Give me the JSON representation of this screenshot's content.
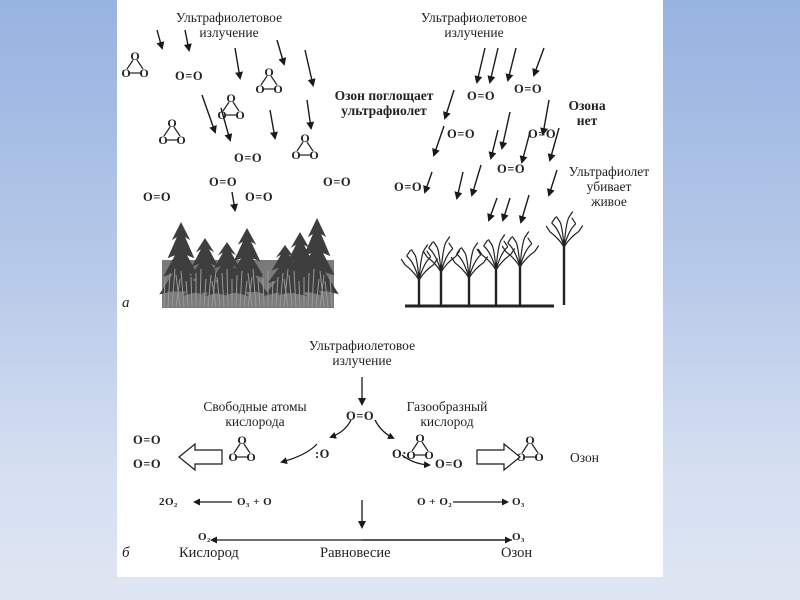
{
  "background": {
    "gradient_top": "#97b3e0",
    "gradient_bottom": "#dfe6f3",
    "panel": "#ffffff"
  },
  "panel_a": {
    "label": "а",
    "left": {
      "uv_label_line1": "Ультрафиолетовое",
      "uv_label_line2": "излучение",
      "annotation_line1": "Озон поглощает",
      "annotation_line2": "ультрафиолет",
      "molecule_o2": "O=O",
      "molecule_o3_atom": "O",
      "scene": "forest"
    },
    "right": {
      "uv_label_line1": "Ультрафиолетовое",
      "uv_label_line2": "излучение",
      "no_ozone_line1": "Озона",
      "no_ozone_line2": "нет",
      "kills_line1": "Ультрафиолет",
      "kills_line2": "убивает",
      "kills_line3": "живое",
      "molecule_o2": "O=O",
      "scene": "dead-trees"
    }
  },
  "panel_b": {
    "label": "б",
    "uv_label_line1": "Ультрафиолетовое",
    "uv_label_line2": "излучение",
    "center_molecule": "O=O",
    "free_atoms_line1": "Свободные атомы",
    "free_atoms_line2": "кислорода",
    "gas_oxygen_line1": "Газообразный",
    "gas_oxygen_line2": "кислород",
    "atom_left": ":O",
    "atom_right": "O:",
    "o2_a": "O=O",
    "o2_b": "O=O",
    "o2_c": "O=O",
    "ozone_label": "Озон",
    "reaction_left_product": "2O₂",
    "reaction_left_reactants": "O₃ + O",
    "reaction_right_reactants": "O + O₂",
    "reaction_right_product": "O₃",
    "eq_left": "O₂",
    "eq_right": "O₃",
    "eq_left_label": "Кислород",
    "eq_center_label": "Равновесие",
    "eq_right_label": "Озон"
  }
}
